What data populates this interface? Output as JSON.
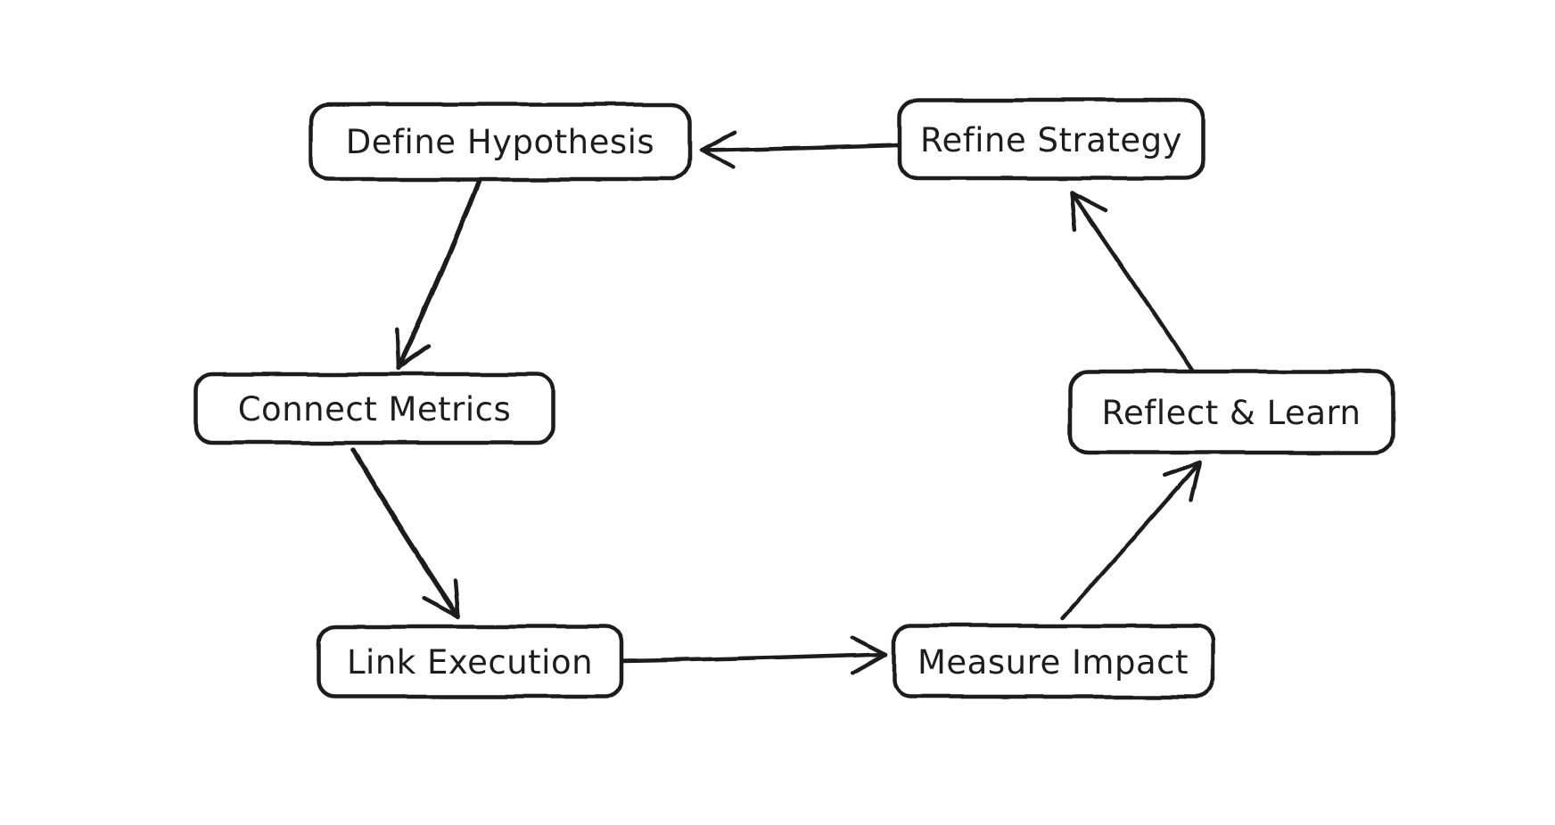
{
  "diagram": {
    "background_color": "#ffffff",
    "stroke_color": "#1d1d1d",
    "nodes": [
      {
        "id": "define-hypothesis",
        "label": "Define Hypothesis"
      },
      {
        "id": "refine-strategy",
        "label": "Refine Strategy"
      },
      {
        "id": "connect-metrics",
        "label": "Connect Metrics"
      },
      {
        "id": "reflect-learn",
        "label": "Reflect & Learn"
      },
      {
        "id": "link-execution",
        "label": "Link Execution"
      },
      {
        "id": "measure-impact",
        "label": "Measure Impact"
      }
    ],
    "edges": [
      {
        "from": "refine-strategy",
        "to": "define-hypothesis"
      },
      {
        "from": "define-hypothesis",
        "to": "connect-metrics"
      },
      {
        "from": "connect-metrics",
        "to": "link-execution"
      },
      {
        "from": "link-execution",
        "to": "measure-impact"
      },
      {
        "from": "measure-impact",
        "to": "reflect-learn"
      },
      {
        "from": "reflect-learn",
        "to": "refine-strategy"
      }
    ]
  }
}
